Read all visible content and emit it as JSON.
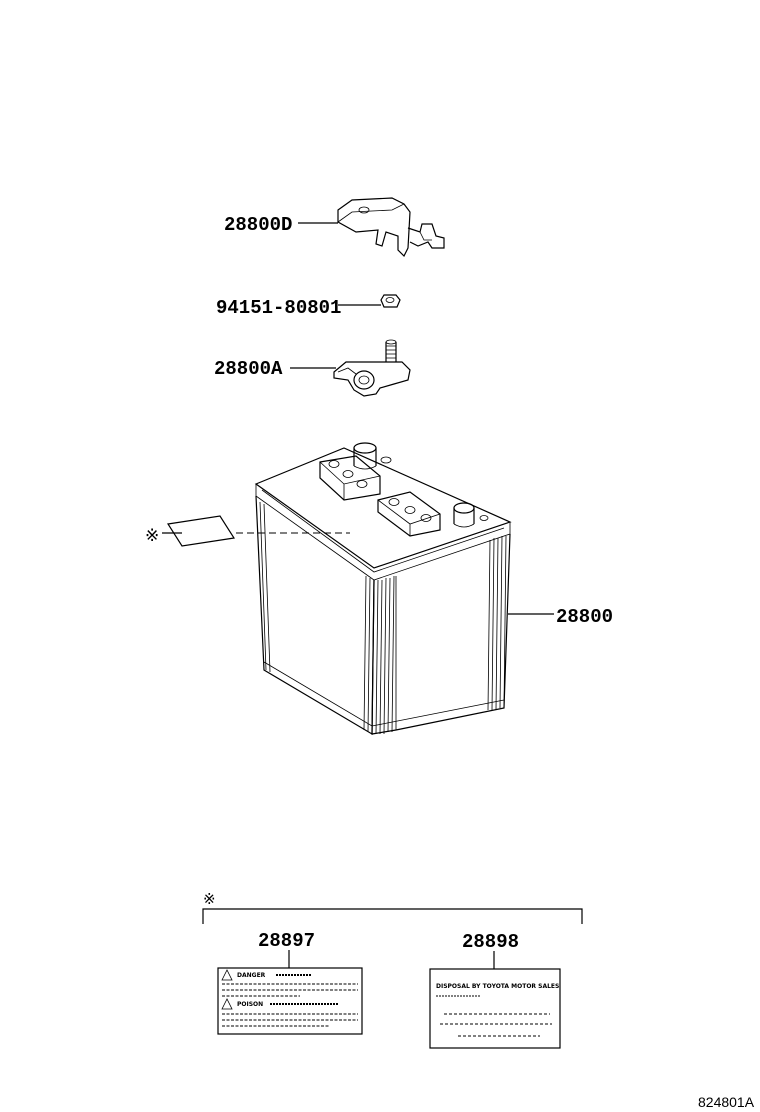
{
  "parts": {
    "bracket_cover": "28800D",
    "nut": "94151-80801",
    "terminal_clamp": "28800A",
    "battery": "28800",
    "label_danger": "28897",
    "label_disposal": "28898"
  },
  "symbols": {
    "reference_mark": "※"
  },
  "labels": {
    "danger_heading": "DANGER",
    "poison_heading": "POISON",
    "disposal_heading": "DISPOSAL BY TOYOTA MOTOR SALES"
  },
  "footer": {
    "diagram_code": "824801A"
  }
}
